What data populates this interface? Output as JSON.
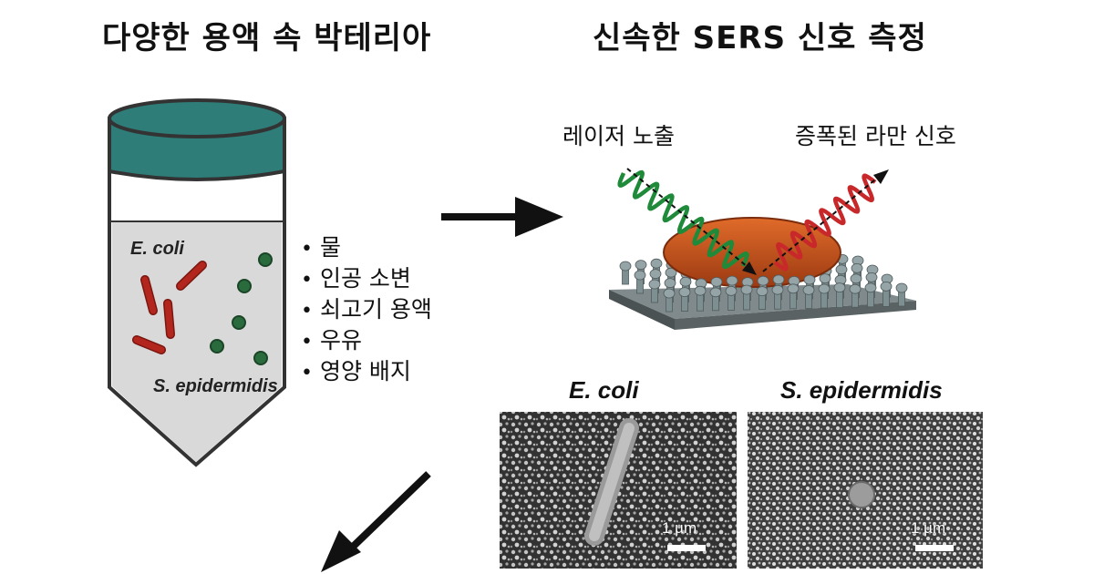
{
  "titles": {
    "left": "다양한 용액 속 박테리아",
    "right": "신속한 SERS 신호 측정"
  },
  "labels": {
    "laser": "레이저 노출",
    "raman": "증폭된 라만 신호",
    "tube_ecoli": "E. coli",
    "tube_sepi": "S. epidermidis",
    "sem_ecoli": "E. coli",
    "sem_sepi": "S. epidermidis"
  },
  "solutions": [
    "물",
    "인공 소변",
    "쇠고기 용액",
    "우유",
    "영양 배지"
  ],
  "scale_bars": {
    "left": "1 µm",
    "right": "1 µm"
  },
  "colors": {
    "cap": "#2e7d78",
    "tube_liquid": "#d9d9d9",
    "rod_bacteria": "#b3261e",
    "cocci": "#2a6b3e",
    "laser_wave": "#1f8a3a",
    "raman_wave": "#c8282a",
    "bacterium_body": "#c4541c",
    "nanopillar": "#7e8f92"
  }
}
